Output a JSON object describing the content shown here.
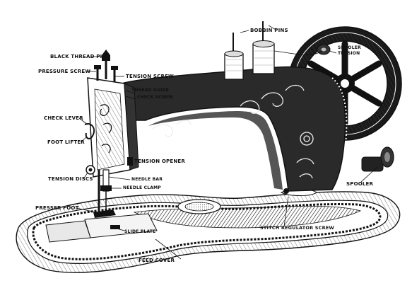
{
  "diagram": {
    "labels": {
      "black_thread_pin": "BLACK THREAD PIN",
      "pressure_screw": "PRESSURE SCREW",
      "tension_screw": "TENSION SCREW",
      "thread_guide": "THREAD GUIDE",
      "check_screw": "CHECK SCREW",
      "check_lever": "CHECK LEVER",
      "foot_lifter": "FOOT LIFTER",
      "tension_opener": "TENSION OPENER",
      "tension_discs": "TENSION DISCS",
      "needle_bar": "NEEDLE BAR",
      "needle_clamp": "NEEDLE CLAMP",
      "presser_foot": "PRESSER FOOT",
      "bobbin_pins": "BOBBIN PINS",
      "spooler_tension": [
        "SPOOLER",
        "TENSION"
      ],
      "spooler": "SPOOLER",
      "stitch_regulator_screw": "STITCH REGULATOR SCREW",
      "feed_cover": "FEED COVER",
      "slide_plate": "SLIDE PLATE"
    },
    "colors": {
      "ink": "#111111",
      "paper": "#ffffff",
      "body": "#2a2a2a",
      "base_shade": "#cfcfcf"
    }
  }
}
